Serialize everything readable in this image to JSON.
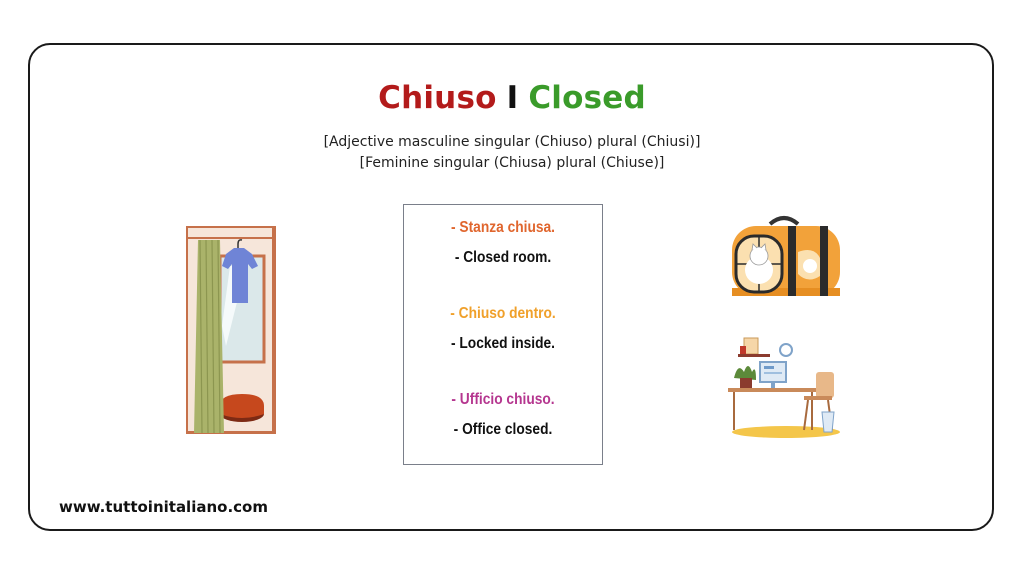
{
  "title": {
    "italian": "Chiuso",
    "separator": "I",
    "english": "Closed"
  },
  "subtitle": {
    "line1": "[Adjective masculine singular (Chiuso) plural (Chiusi)]",
    "line2": "[Feminine singular (Chiusa) plural (Chiuse)]"
  },
  "examples": [
    {
      "italian": "- Stanza chiusa.",
      "english": "- Closed room.",
      "color": "#e0662e"
    },
    {
      "italian": "- Chiuso dentro.",
      "english": "- Locked inside.",
      "color": "#f0a02a"
    },
    {
      "italian": "- Ufficio chiuso.",
      "english": "- Office closed.",
      "color": "#b5368f"
    }
  ],
  "colors": {
    "title_italian": "#b31b1b",
    "title_english": "#3a9b2a",
    "border": "#1a1a1a"
  },
  "icons": [
    "fitting-room-illustration",
    "pet-carrier-illustration",
    "office-desk-illustration"
  ],
  "footer": {
    "website": "www.tuttoinitaliano.com"
  }
}
